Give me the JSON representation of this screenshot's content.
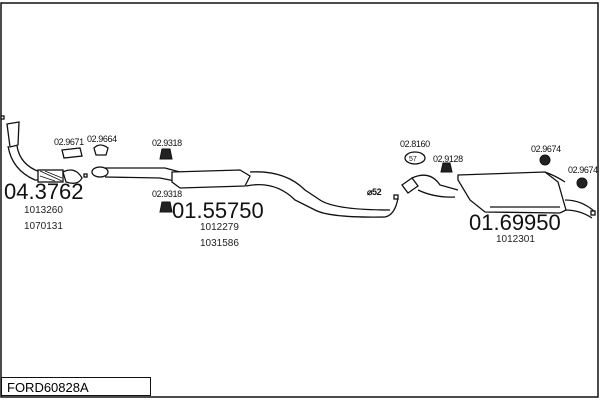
{
  "diagram_code": "FORD60828A",
  "parts": [
    {
      "number": "04.3762",
      "refs": [
        "1013260",
        "1070131"
      ]
    },
    {
      "number": "01.55750",
      "refs": [
        "1012279",
        "1031586"
      ]
    },
    {
      "number": "01.69950",
      "refs": [
        "1012301"
      ]
    }
  ],
  "accessories": {
    "gasket_1": "02.9671",
    "gasket_2": "02.9664",
    "hanger_1": "02.9318",
    "hanger_2": "02.9318",
    "clamp": "02.8160",
    "clamp_size": "57",
    "hanger_3": "02.9128",
    "ring_1": "02.9674",
    "ring_2": "02.9674"
  },
  "pipe_diameter": "⌀52"
}
